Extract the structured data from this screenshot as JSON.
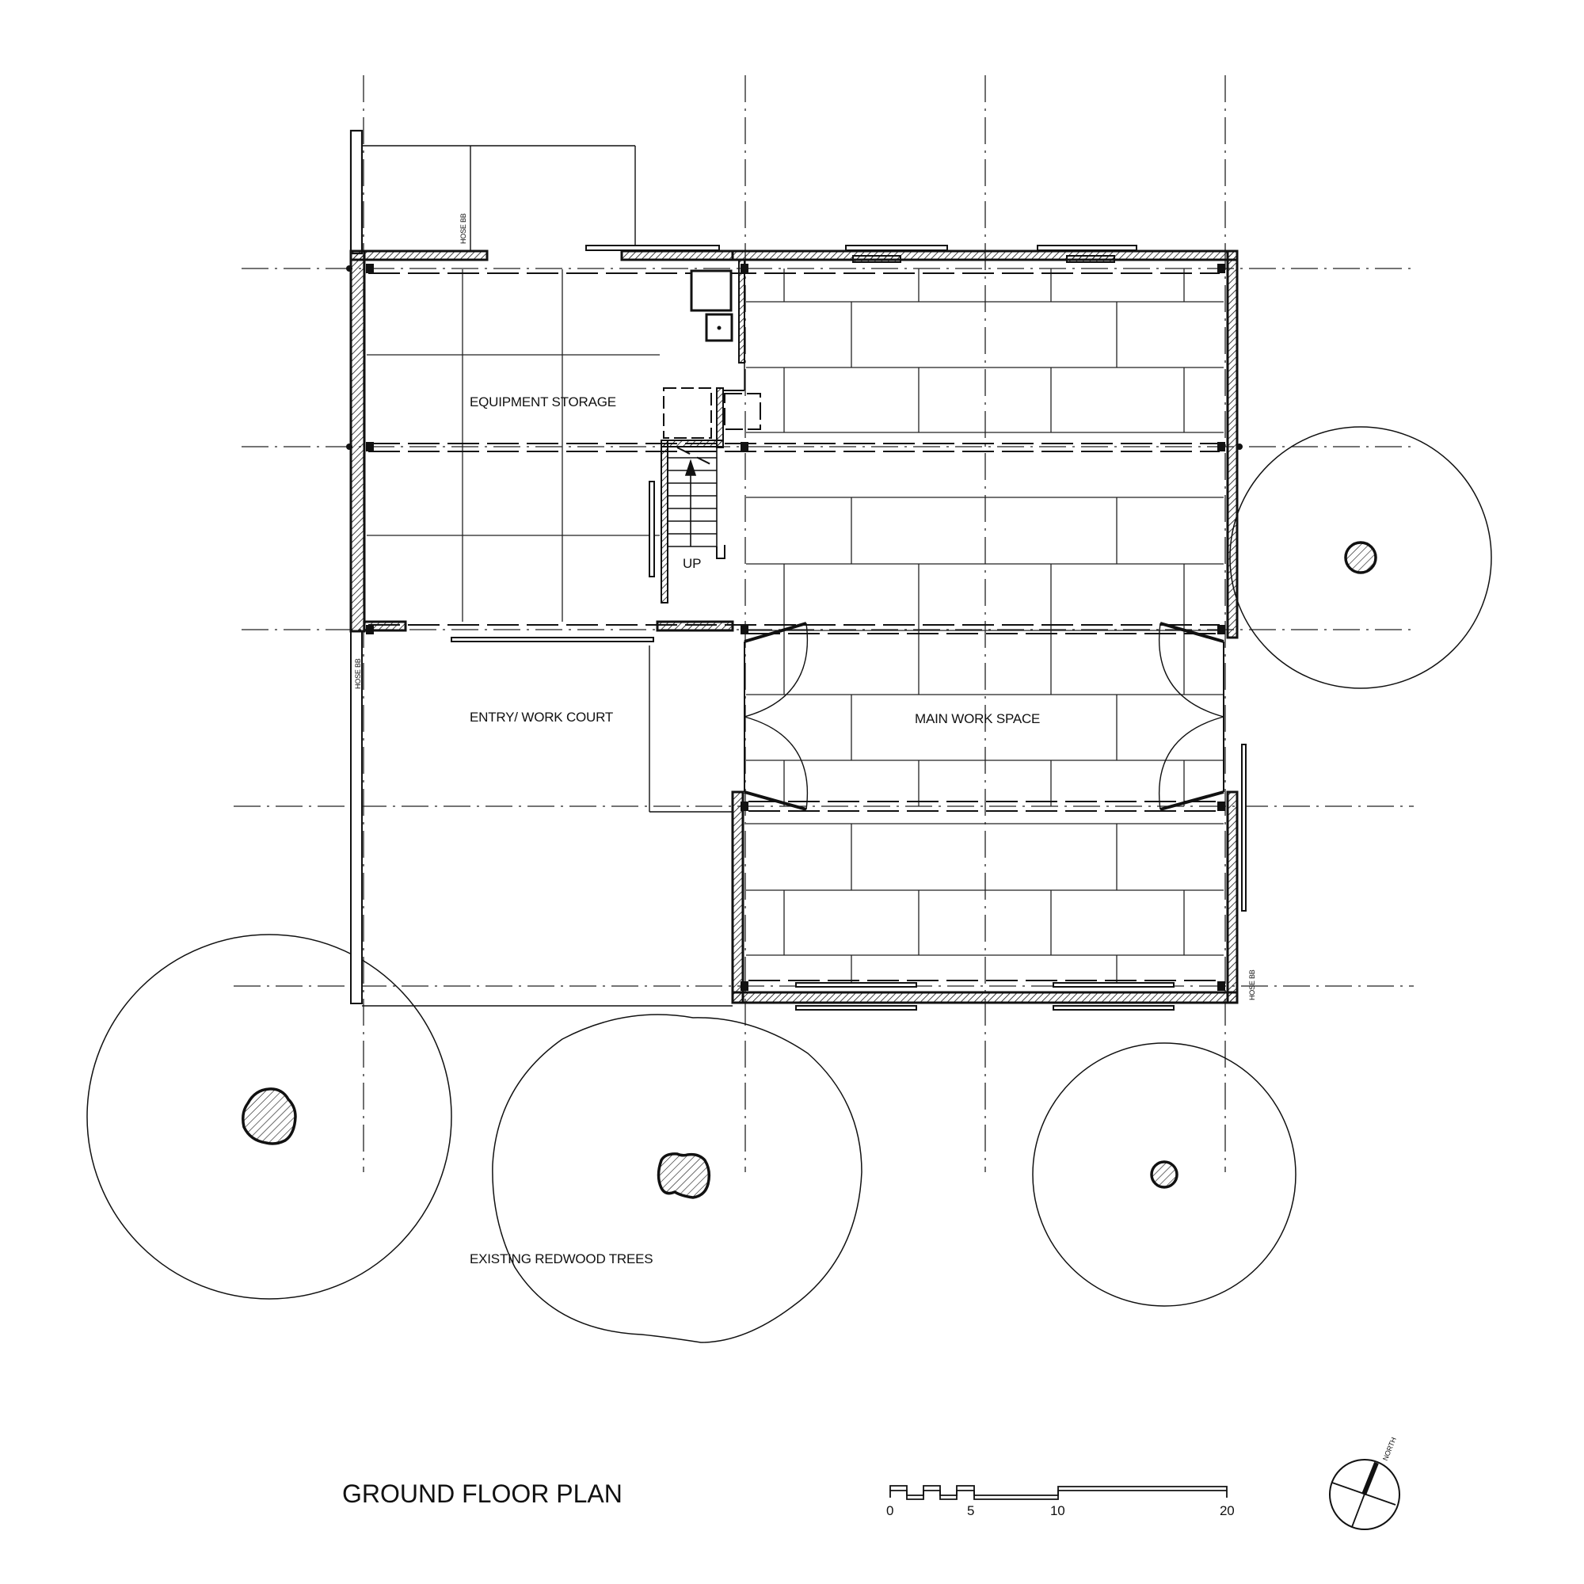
{
  "drawing": {
    "title": "GROUND FLOOR PLAN",
    "rooms": [
      {
        "id": "equipment-storage",
        "label": "EQUIPMENT STORAGE"
      },
      {
        "id": "entry-work-court",
        "label": "ENTRY/ WORK COURT"
      },
      {
        "id": "main-work-space",
        "label": "MAIN WORK SPACE"
      }
    ],
    "stair_label": "UP",
    "site_note": "EXISTING REDWOOD TREES",
    "fixture_labels": {
      "hose_bib_top": "HOSE BB",
      "hose_bib_left": "HOSE BB",
      "hose_bib_right": "HOSE BB"
    },
    "north_label": "NORTH",
    "scale_bar": {
      "ticks": [
        "0",
        "5",
        "10",
        "20"
      ]
    },
    "colors": {
      "ink": "#111111",
      "paper": "#ffffff"
    }
  }
}
